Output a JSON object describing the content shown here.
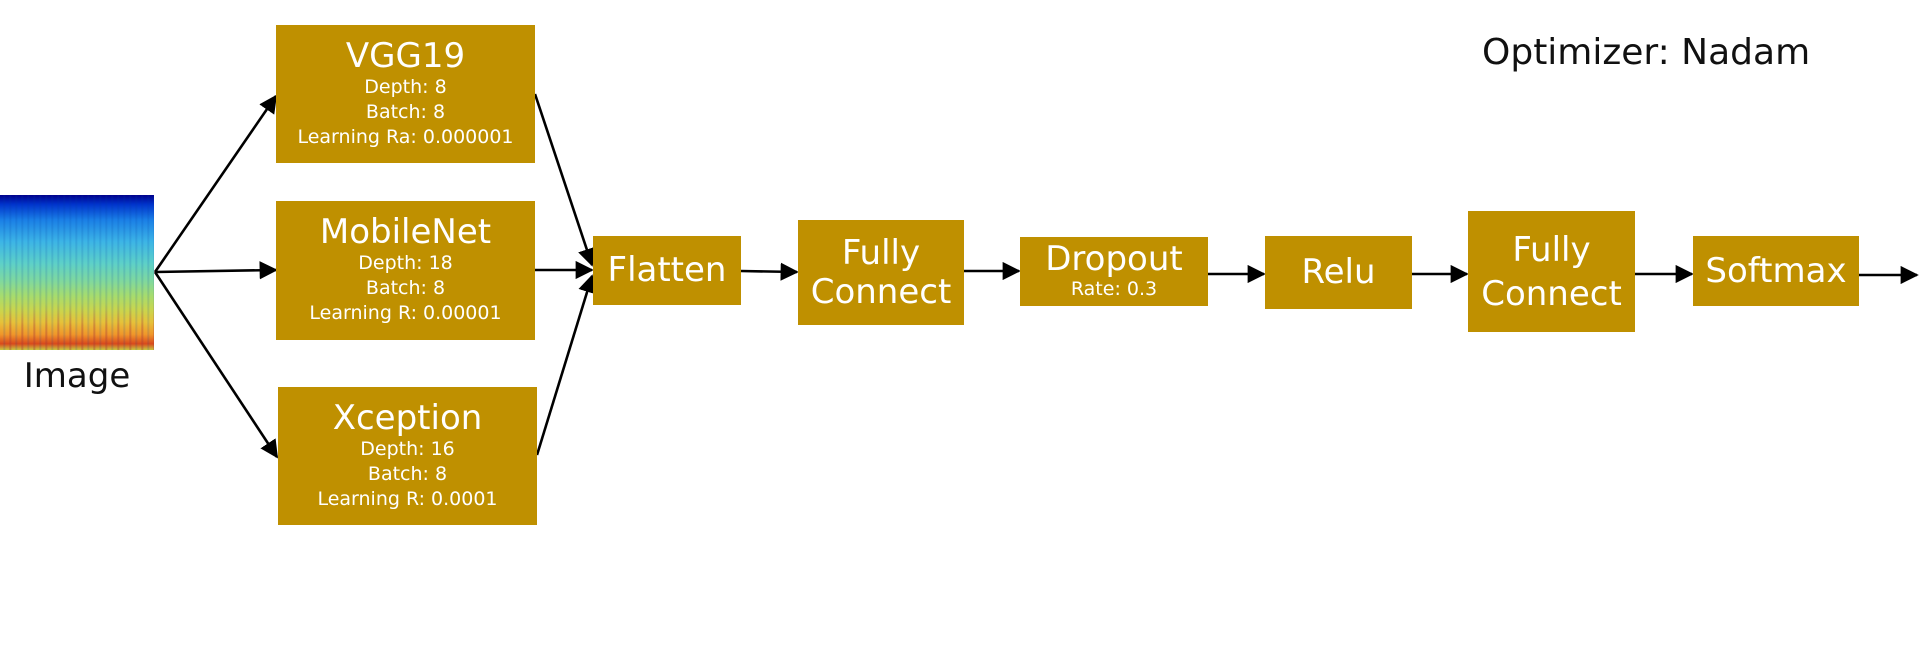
{
  "input": {
    "label": "Image"
  },
  "optimizer": "Optimizer: Nadam",
  "models": [
    {
      "name": "VGG19",
      "depth": "Depth: 8",
      "batch": "Batch: 8",
      "learning": "Learning Ra: 0.000001"
    },
    {
      "name": "MobileNet",
      "depth": "Depth: 18",
      "batch": "Batch: 8",
      "learning": "Learning R: 0.00001"
    },
    {
      "name": "Xception",
      "depth": "Depth: 16",
      "batch": "Batch: 8",
      "learning": "Learning R: 0.0001"
    }
  ],
  "layers": {
    "flatten": "Flatten",
    "fully_connect_1": [
      "Fully",
      "Connect"
    ],
    "dropout": {
      "name": "Dropout",
      "rate": "Rate: 0.3"
    },
    "relu": "Relu",
    "fully_connect_2": [
      "Fully",
      "Connect"
    ],
    "softmax": "Softmax"
  },
  "colors": {
    "box_fill": "#bf9000",
    "box_text": "#ffffff",
    "arrow": "#000000",
    "text": "#111111"
  },
  "icons": {
    "input_image": "spectrogram-image",
    "output": "arrow-right-icon"
  }
}
